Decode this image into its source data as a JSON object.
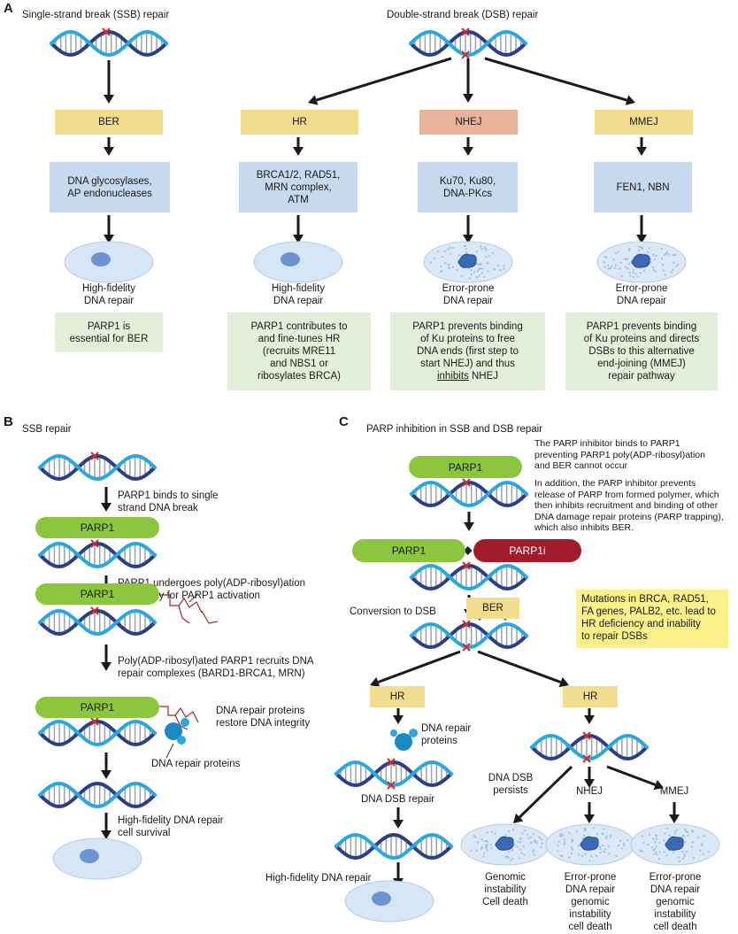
{
  "panels": {
    "a": "A",
    "b": "B",
    "c": "C"
  },
  "panelA": {
    "ssb_title": "Single-strand break (SSB) repair",
    "dsb_title": "Double-strand break (DSB) repair",
    "cols": [
      {
        "path": "BER",
        "proteins": "DNA glycosylases,\nAP endonucleases",
        "outcome": "High-fidelity\nDNA repair",
        "parp": "PARP1 is\nessential for BER"
      },
      {
        "path": "HR",
        "proteins": "BRCA1/2, RAD51,\nMRN complex,\nATM",
        "outcome": "High-fidelity\nDNA repair",
        "parp": "PARP1 contributes to\nand fine-tunes HR\n(recruits MRE11\nand NBS1 or\nribosylates BRCA)"
      },
      {
        "path": "NHEJ",
        "proteins": "Ku70, Ku80,\nDNA-PKcs",
        "outcome": "Error-prone\nDNA repair",
        "parp": "PARP1 prevents binding\nof Ku proteins to free\nDNA ends (first step to\nstart NHEJ) and thus",
        "parp_u": "inhibits",
        "parp_end": " NHEJ"
      },
      {
        "path": "MMEJ",
        "proteins": "FEN1, NBN",
        "outcome": "Error-prone\nDNA repair",
        "parp": "PARP1 prevents binding\nof Ku proteins and directs\nDSBs to this alternative\nend-joining (MMEJ)\nrepair pathway"
      }
    ]
  },
  "panelB": {
    "title": "SSB repair",
    "step1": "PARP1 binds to single\nstrand DNA break",
    "step2": "PARP1 undergoes poly(ADP-ribosyl)ation\nnecessary for PARP1 activation",
    "step3": "Poly(ADP-ribosyl)ated PARP1 recruits DNA\nrepair complexes (BARD1-BRCA1, MRN)",
    "restore": "DNA repair proteins\nrestore DNA integrity",
    "repair_proteins": "DNA repair proteins",
    "final": "High-fidelity DNA repair\ncell survival",
    "parp": "PARP1"
  },
  "panelC": {
    "title": "PARP inhibition in SSB and DSB repair",
    "desc1": "The PARP inhibitor binds to PARP1\npreventing PARP1 poly(ADP-ribosyl)ation\nand BER cannot occur",
    "desc2": "In addition, the PARP inhibitor prevents\nrelease of PARP from formed polymer, which\nthen inhibits recruitment and binding of other\nDNA damage repair proteins (PARP trapping),\nwhich also inhibits BER.",
    "parp": "PARP1",
    "parpi": "PARP1i",
    "conversion": "Conversion to DSB",
    "ber": "BER",
    "mutations": "Mutations in BRCA, RAD51,\nFA genes, PALB2, etc. lead to\nHR deficiency and inability\nto repair DSBs",
    "hr": "HR",
    "repair_proteins": "DNA repair\nproteins",
    "dsb_repair": "DNA DSB repair",
    "hf": "High-fidelity DNA repair",
    "persists": "DNA DSB\npersists",
    "nhej": "NHEJ",
    "mmej": "MMEJ",
    "out1": "Genomic\ninstability\nCell death",
    "out2": "Error-prone\nDNA repair\ngenomic\ninstability\ncell death",
    "out3": "Error-prone\nDNA repair\ngenomic\ninstability\ncell death"
  },
  "colors": {
    "strand_dark": "#2b3f86",
    "strand_light": "#2aa7df",
    "break": "#d22a2a",
    "arrow": "#1a1a1a",
    "chain": "#a0282c"
  }
}
